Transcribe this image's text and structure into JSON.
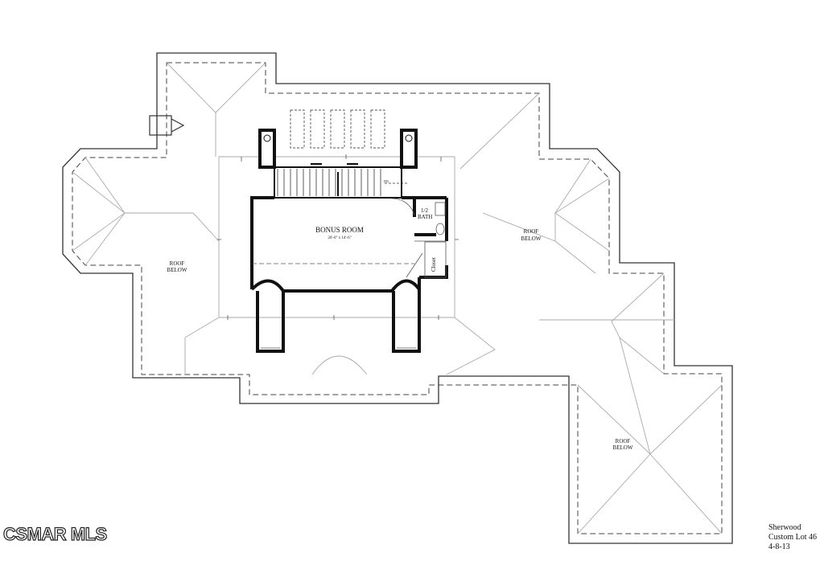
{
  "rooms": {
    "bonus_room": {
      "name": "BONUS ROOM",
      "dimensions": "26'-0\" x 14'-6\""
    },
    "half_bath": {
      "line1": "1/2",
      "line2": "BATH"
    },
    "closet": "Closet"
  },
  "roof_labels": [
    {
      "line1": "ROOF",
      "line2": "BELOW"
    },
    {
      "line1": "ROOF",
      "line2": "BELOW"
    },
    {
      "line1": "ROOF",
      "line2": "BELOW"
    }
  ],
  "stair_note": "DN",
  "title_block": {
    "line1": "Sherwood",
    "line2": "Custom Lot 46",
    "line3": "4-8-13"
  },
  "watermark": "CSMAR MLS"
}
